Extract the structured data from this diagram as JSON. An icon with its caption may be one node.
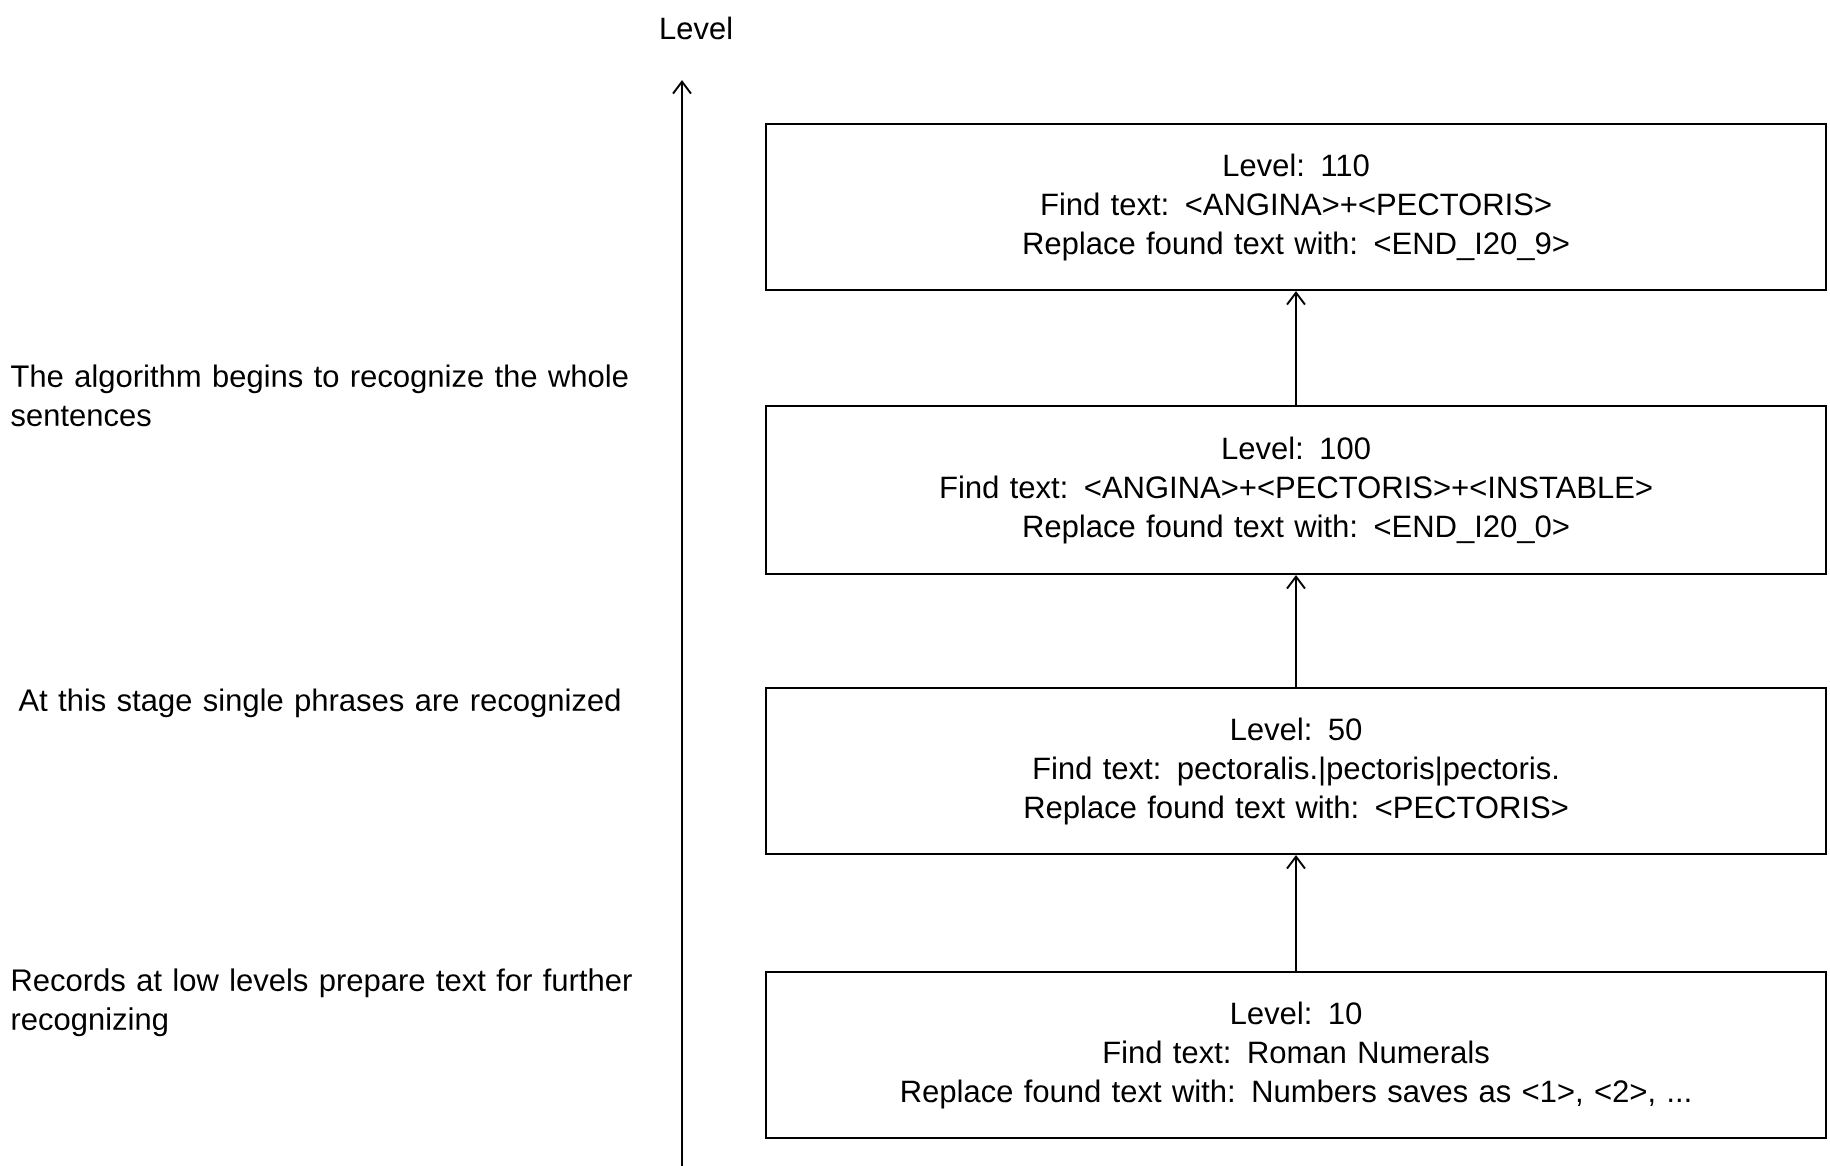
{
  "diagram": {
    "nodes": [
      {
        "text": [
          "Level: 110",
          "Find text: <ANGINA>+<PECTORIS>",
          "Replace found text with: <END_I20_9>"
        ]
      },
      {
        "text": [
          "Level: 100",
          "Find text: <ANGINA>+<PECTORIS>+<INSTABLE>",
          "Replace found text with: <END_I20_0>"
        ]
      },
      {
        "text": [
          "Level: 50",
          "Find text: pectoralis.|pectoris|pectoris.",
          "Replace found text with: <PECTORIS>"
        ]
      },
      {
        "text": [
          "Level: 10",
          "Find text: Roman Numerals",
          "Replace found text with: Numbers saves as <1>, <2>, ..."
        ]
      }
    ],
    "edges": [
      {
        "from": 1,
        "to": 0,
        "arrow": "to"
      },
      {
        "from": 2,
        "to": 1,
        "arrow": "to"
      },
      {
        "from": 3,
        "to": 2,
        "arrow": "to"
      }
    ],
    "labels": [
      "Level",
      "The algorithm begins to recognize the whole sentences",
      "At this stage single phrases are recognized",
      "Records at low levels prepare text for further recognizing"
    ]
  }
}
